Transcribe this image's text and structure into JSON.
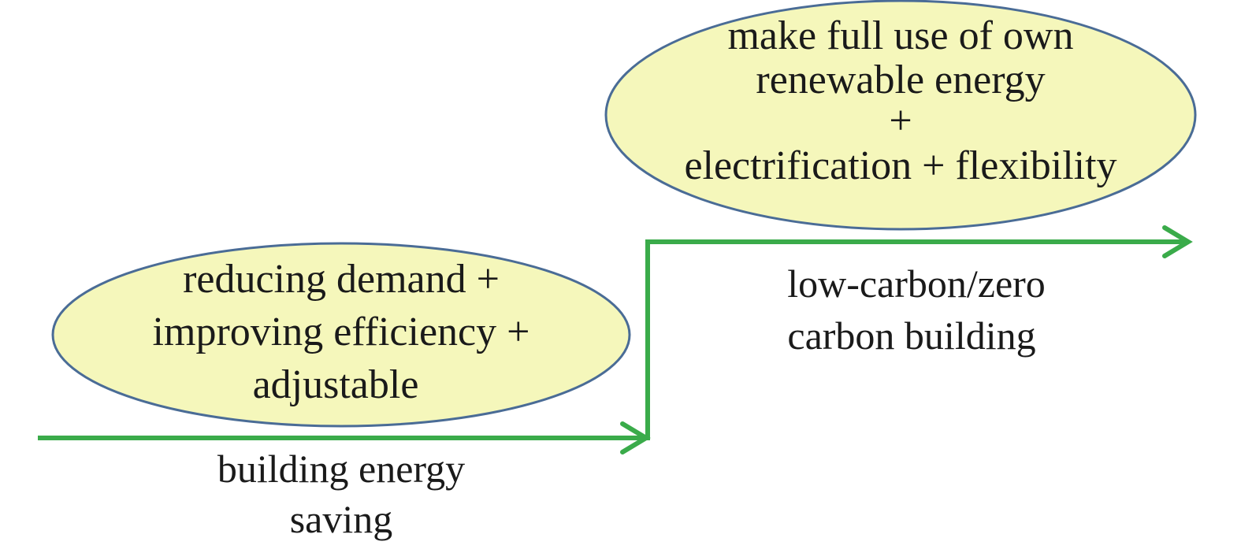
{
  "upper_stage": {
    "bubble_lines": [
      "make full use of own",
      "renewable energy",
      "+",
      "electrification + flexibility"
    ],
    "caption_lines": [
      "low-carbon/zero",
      "carbon building"
    ]
  },
  "lower_stage": {
    "bubble_lines": [
      "reducing demand +",
      "improving efficiency +",
      "adjustable"
    ],
    "caption_lines": [
      "building energy",
      "saving"
    ]
  },
  "colors": {
    "bubble_fill": "#f5f7bb",
    "bubble_stroke": "#4a6c96",
    "arrow": "#3aab4a"
  }
}
